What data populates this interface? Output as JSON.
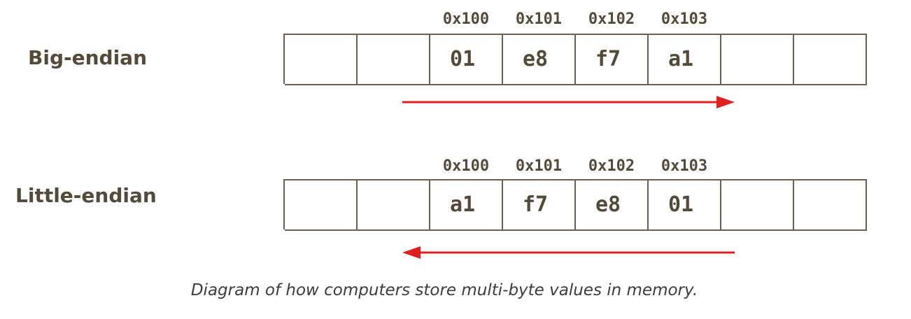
{
  "diagram": {
    "rows": [
      {
        "label": "Big-endian",
        "addresses": [
          "0x100",
          "0x101",
          "0x102",
          "0x103"
        ],
        "cells": [
          "",
          "",
          "01",
          "e8",
          "f7",
          "a1",
          "",
          ""
        ],
        "arrow_direction": "right"
      },
      {
        "label": "Little-endian",
        "addresses": [
          "0x100",
          "0x101",
          "0x102",
          "0x103"
        ],
        "cells": [
          "",
          "",
          "a1",
          "f7",
          "e8",
          "01",
          "",
          ""
        ],
        "arrow_direction": "left"
      }
    ],
    "caption": "Diagram of how computers store multi-byte values in memory.",
    "colors": {
      "text": "#544a3a",
      "border": "#6b6050",
      "arrow": "#e02020",
      "caption": "#3c3c3c"
    }
  }
}
